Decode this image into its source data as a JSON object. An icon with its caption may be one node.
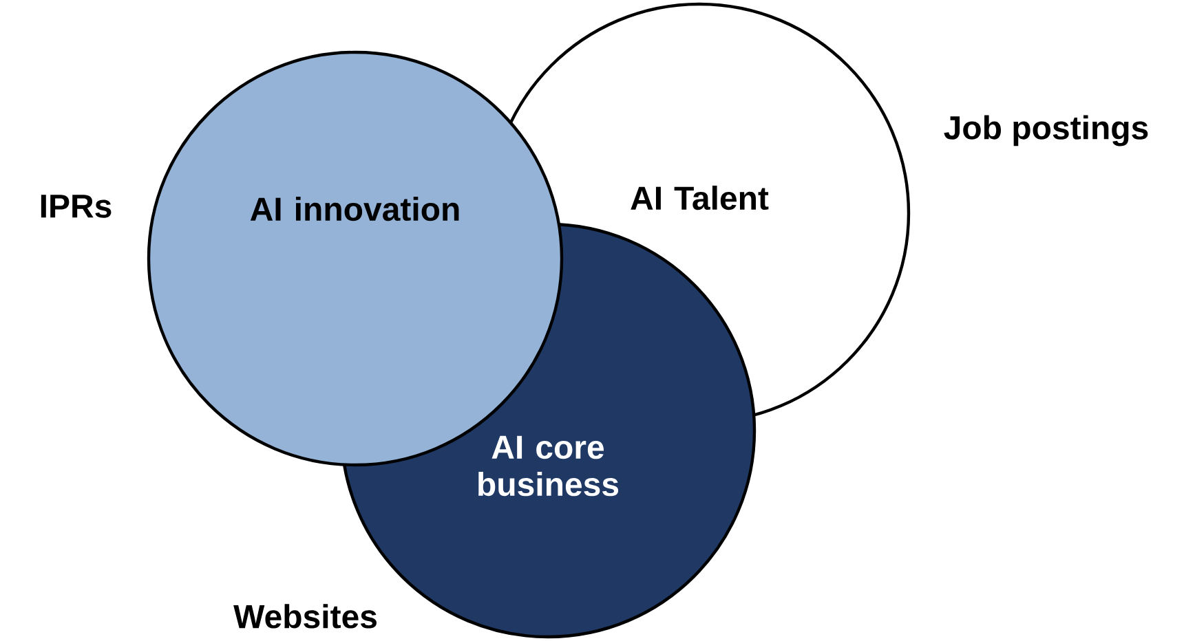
{
  "diagram": {
    "nodes": [
      {
        "text": [
          "AI innovation"
        ]
      },
      {
        "text": [
          "AI Talent"
        ]
      },
      {
        "text": [
          "AI core business"
        ]
      }
    ],
    "labels": [
      "IPRs",
      "Job postings",
      "Websites"
    ]
  }
}
